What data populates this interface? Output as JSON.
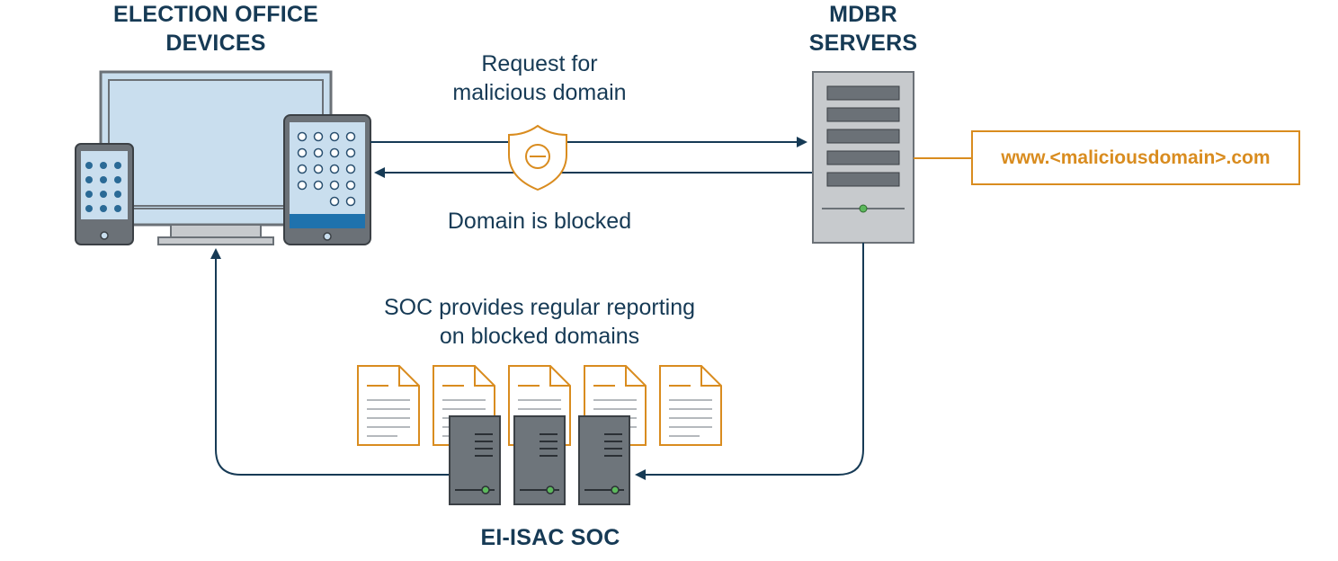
{
  "labels": {
    "devices_line1": "ELECTION OFFICE",
    "devices_line2": "DEVICES",
    "servers_line1": "MDBR",
    "servers_line2": "SERVERS",
    "request_line1": "Request for",
    "request_line2": "malicious domain",
    "blocked": "Domain is blocked",
    "reporting_line1": "SOC provides regular reporting",
    "reporting_line2": "on blocked domains",
    "soc": "EI-ISAC SOC",
    "domain": "www.<maliciousdomain>.com"
  },
  "colors": {
    "navy": "#163a55",
    "orange": "#d98c1f",
    "device_frame": "#6b7177",
    "screen": "#c9deee",
    "server_body": "#c7cacd",
    "server_slot": "#6b7177",
    "soc_server": "#6e757b",
    "led_green": "#5cb85c"
  },
  "icons": [
    "monitor-icon",
    "phone-icon",
    "tablet-icon",
    "shield-block-icon",
    "server-tower-icon",
    "document-icon",
    "soc-server-icon"
  ]
}
